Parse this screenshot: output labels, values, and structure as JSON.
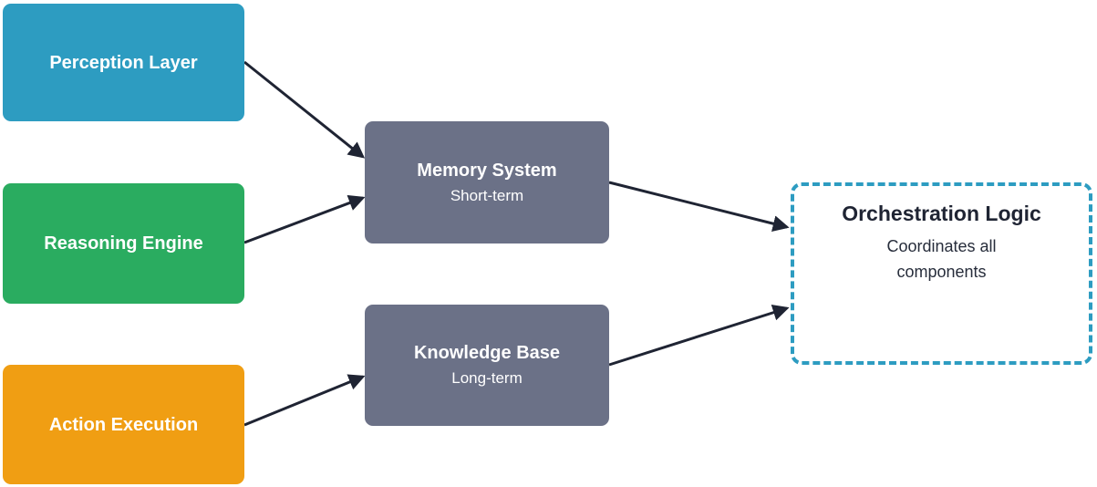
{
  "diagram": {
    "background_color": "#ffffff",
    "edge_color": "#1F2433",
    "nodes": {
      "perception": {
        "label": "Perception Layer",
        "fill_color": "#2D9CC1",
        "text_color": "#ffffff",
        "shape": "rounded-rect"
      },
      "reasoning": {
        "label": "Reasoning Engine",
        "fill_color": "#2AAC60",
        "text_color": "#ffffff",
        "shape": "rounded-rect"
      },
      "action": {
        "label": "Action Execution",
        "fill_color": "#F09E13",
        "text_color": "#ffffff",
        "shape": "rounded-rect"
      },
      "memory": {
        "label": "Memory System",
        "sublabel": "Short-term",
        "fill_color": "#6B7187",
        "text_color": "#ffffff",
        "shape": "rounded-rect"
      },
      "knowledge": {
        "label": "Knowledge Base",
        "sublabel": "Long-term",
        "fill_color": "#6B7187",
        "text_color": "#ffffff",
        "shape": "rounded-rect"
      },
      "orchestration": {
        "label": "Orchestration Logic",
        "sublabel": "Coordinates all components",
        "fill_color": "#ffffff",
        "border_color": "#2D9CC1",
        "border_style": "dashed",
        "text_color": "#1F2433",
        "shape": "dashed-rounded-rect"
      }
    },
    "edges": [
      {
        "from": "Perception Layer",
        "to": "Memory System",
        "arrow": "filled-triangle"
      },
      {
        "from": "Reasoning Engine",
        "to": "Memory System",
        "arrow": "filled-triangle"
      },
      {
        "from": "Action Execution",
        "to": "Knowledge Base",
        "arrow": "filled-triangle"
      },
      {
        "from": "Memory System",
        "to": "Orchestration Logic",
        "arrow": "filled-triangle"
      },
      {
        "from": "Knowledge Base",
        "to": "Orchestration Logic",
        "arrow": "filled-triangle"
      }
    ]
  }
}
